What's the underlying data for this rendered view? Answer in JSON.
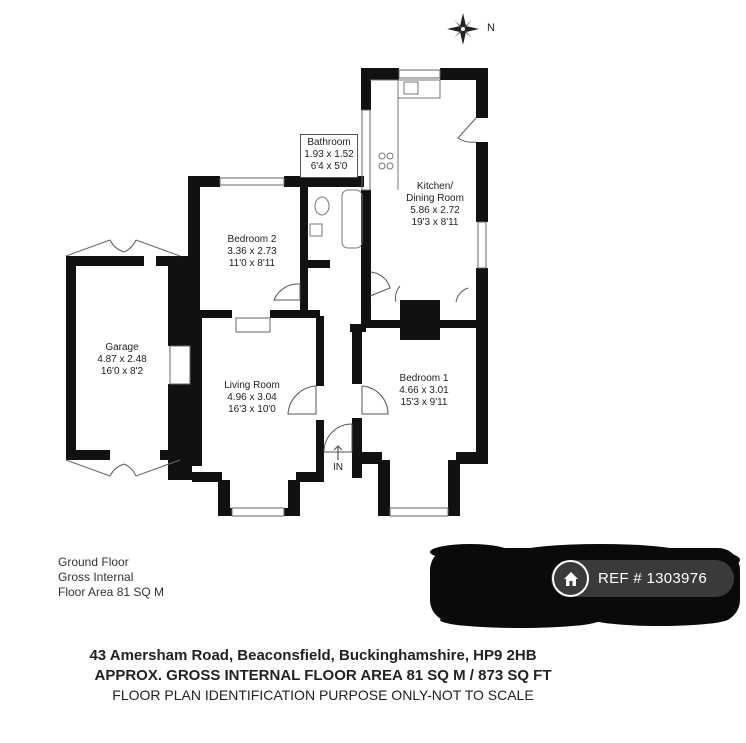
{
  "compass": {
    "north_label": "N",
    "icon": "compass-rose-icon"
  },
  "rooms": {
    "bathroom": {
      "name": "Bathroom",
      "metric": "1.93 x 1.52",
      "imperial": "6'4 x 5'0"
    },
    "kitchen": {
      "name_line1": "Kitchen/",
      "name_line2": "Dining Room",
      "metric": "5.86 x 2.72",
      "imperial": "19'3 x 8'11"
    },
    "bedroom2": {
      "name": "Bedroom 2",
      "metric": "3.36 x 2.73",
      "imperial": "11'0 x 8'11"
    },
    "garage": {
      "name": "Garage",
      "metric": "4.87 x 2.48",
      "imperial": "16'0 x 8'2"
    },
    "living": {
      "name": "Living Room",
      "metric": "4.96 x 3.04",
      "imperial": "16'3 x 10'0"
    },
    "bedroom1": {
      "name": "Bedroom 1",
      "metric": "4.66 x 3.01",
      "imperial": "15'3 x 9'11"
    }
  },
  "entrance_label": "IN",
  "floor_note": {
    "line1": "Ground Floor",
    "line2": "Gross Internal",
    "line3": "Floor Area 81 SQ M"
  },
  "ref_badge": {
    "text": "REF # 1303976",
    "icon": "home-icon"
  },
  "footer": {
    "address": "43 Amersham Road, Beaconsfield, Buckinghamshire, HP9 2HB",
    "area": "APPROX. GROSS INTERNAL FLOOR AREA  81 SQ M  / 873 SQ FT",
    "disclaimer": "FLOOR PLAN IDENTIFICATION PURPOSE ONLY-NOT TO SCALE"
  },
  "colors": {
    "wall": "#111111",
    "blot": "#0a0a0a",
    "badge": "#3a3a3a",
    "line": "#444444"
  }
}
